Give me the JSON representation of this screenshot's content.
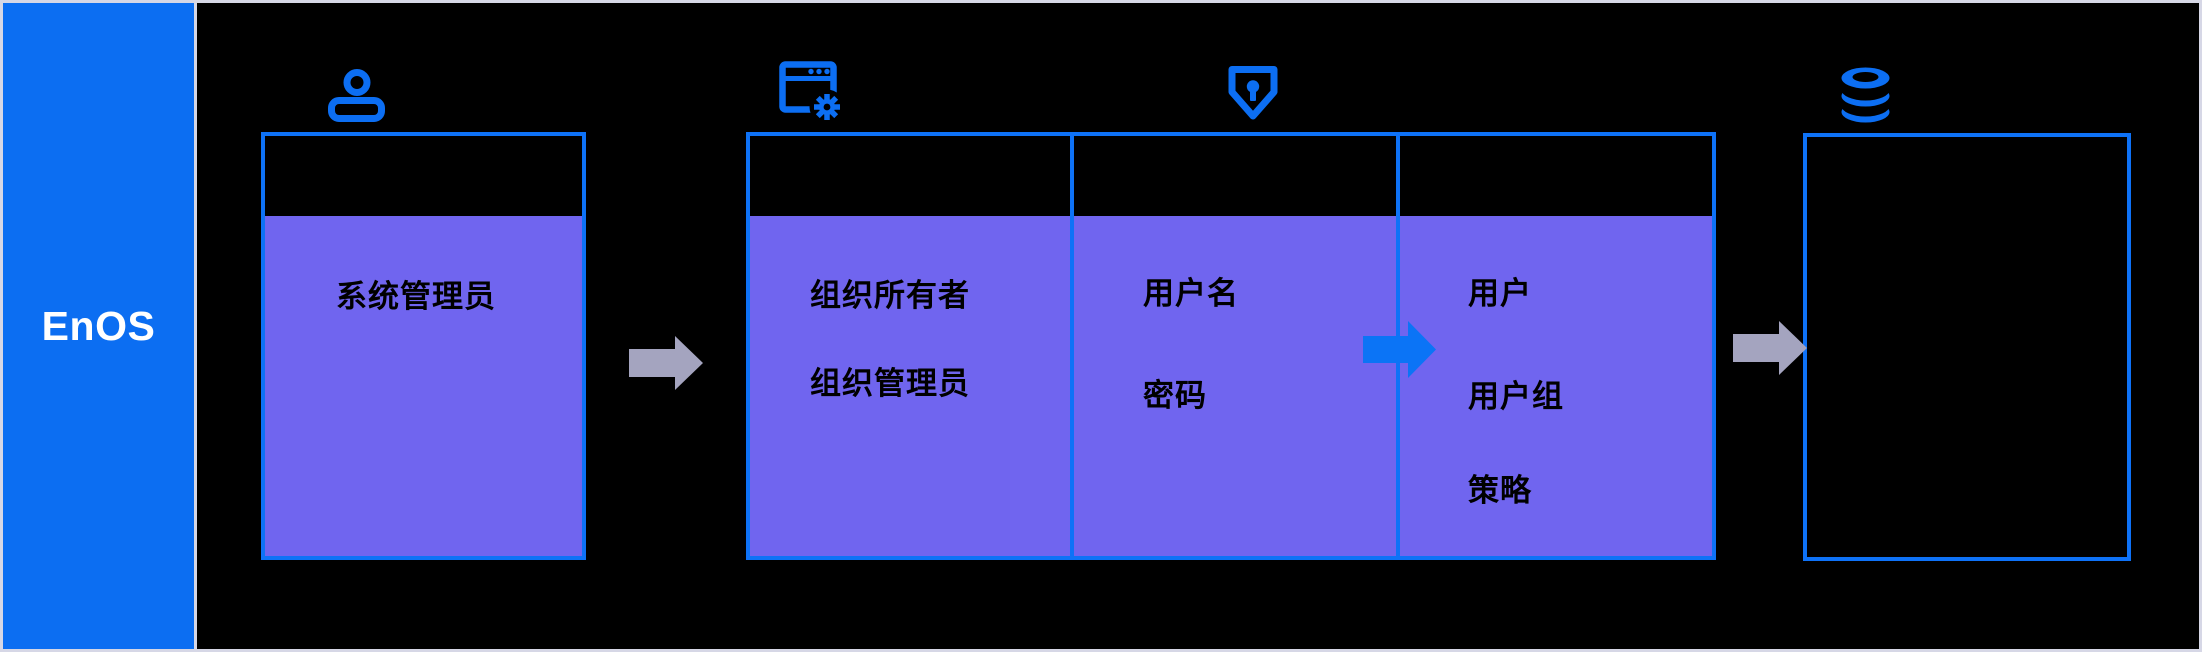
{
  "sidebar": {
    "label": "EnOS"
  },
  "flow": {
    "admin_box": {
      "icon": "user-icon",
      "rows": [
        "系统管理员"
      ]
    },
    "org_box": {
      "icon": "app-window-gear-icon",
      "rows": [
        "组织所有者",
        "组织管理员"
      ]
    },
    "login_box": {
      "icon": "shield-keyhole-icon",
      "rows": [
        "用户名",
        "密码"
      ]
    },
    "iam_box": {
      "rows": [
        "用户",
        "用户组",
        "策略"
      ]
    },
    "resource_box": {
      "icon": "database-icon",
      "rows": []
    }
  },
  "arrows": [
    {
      "name": "flow-arrow-admin-to-org",
      "color_role": "gray_arrow"
    },
    {
      "name": "flow-arrow-login-to-iam",
      "color_role": "arrow_blue"
    },
    {
      "name": "flow-arrow-iam-to-resource",
      "color_role": "gray_arrow"
    }
  ],
  "colors": {
    "brand_blue": "#0c6ef2",
    "border_blue": "#0e72f7",
    "arrow_blue": "#0b74f6",
    "purple": "#7065ef",
    "gray_arrow": "#a4a4bf",
    "frame": "#d6d7e6",
    "text": "#000000",
    "brand_text": "#ffffff"
  }
}
